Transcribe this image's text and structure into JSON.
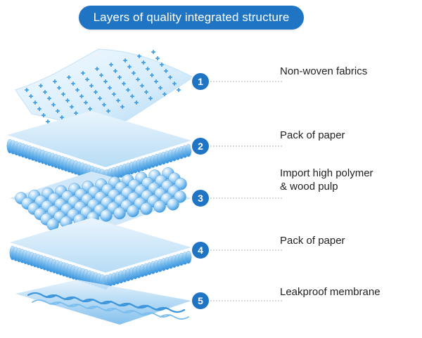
{
  "title": "Layers of quality integrated structure",
  "colors": {
    "accent": "#1f74c4",
    "layer_light": "#e3f2fd",
    "layer_mid": "#90caf9",
    "layer_dark": "#42a5f5",
    "connector": "#b0b0b0",
    "text": "#222222"
  },
  "layers": [
    {
      "number": "1",
      "label_line1": "Non-woven fabrics",
      "label_line2": "",
      "icon": "perforated-sheet-illustration"
    },
    {
      "number": "2",
      "label_line1": "Pack of paper",
      "label_line2": "",
      "icon": "wavy-fiber-layer-illustration"
    },
    {
      "number": "3",
      "label_line1": "Import high polymer",
      "label_line2": "& wood pulp",
      "icon": "bead-layer-illustration"
    },
    {
      "number": "4",
      "label_line1": "Pack of paper",
      "label_line2": "",
      "icon": "wavy-fiber-layer-illustration"
    },
    {
      "number": "5",
      "label_line1": "Leakproof membrane",
      "label_line2": "",
      "icon": "ribbed-membrane-illustration"
    }
  ]
}
